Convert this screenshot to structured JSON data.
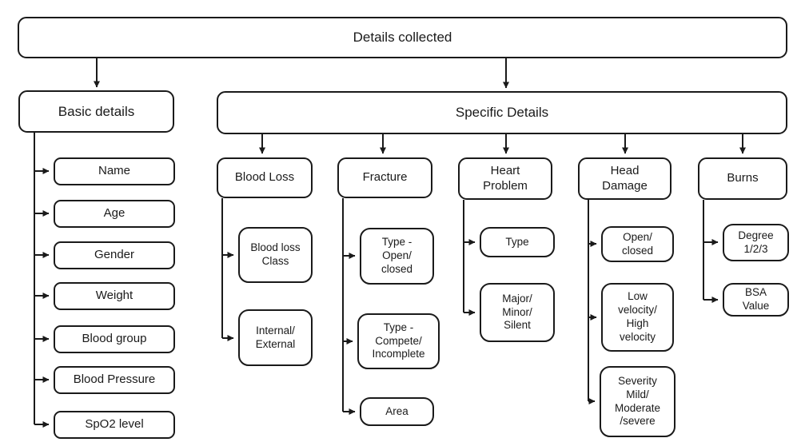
{
  "diagram": {
    "line_color": "#1a1a1a",
    "background_color": "#ffffff",
    "root": {
      "label": "Details collected"
    },
    "basic": {
      "label": "Basic details",
      "items": [
        "Name",
        "Age",
        "Gender",
        "Weight",
        "Blood group",
        "Blood Pressure",
        "SpO2 level"
      ]
    },
    "specific": {
      "label": "Specific Details",
      "categories": [
        {
          "label": "Blood Loss",
          "children": [
            "Blood loss\nClass",
            "Internal/\nExternal"
          ]
        },
        {
          "label": "Fracture",
          "children": [
            "Type -\nOpen/\nclosed",
            "Type -\nCompete/\nIncomplete",
            "Area"
          ]
        },
        {
          "label": "Heart\nProblem",
          "children": [
            "Type",
            "Major/\nMinor/\nSilent"
          ]
        },
        {
          "label": "Head\nDamage",
          "children": [
            "Open/\nclosed",
            "Low\nvelocity/\nHigh\nvelocity",
            "Severity\nMild/\nModerate\n/severe"
          ]
        },
        {
          "label": "Burns",
          "children": [
            "Degree\n1/2/3",
            "BSA\nValue"
          ]
        }
      ]
    }
  }
}
